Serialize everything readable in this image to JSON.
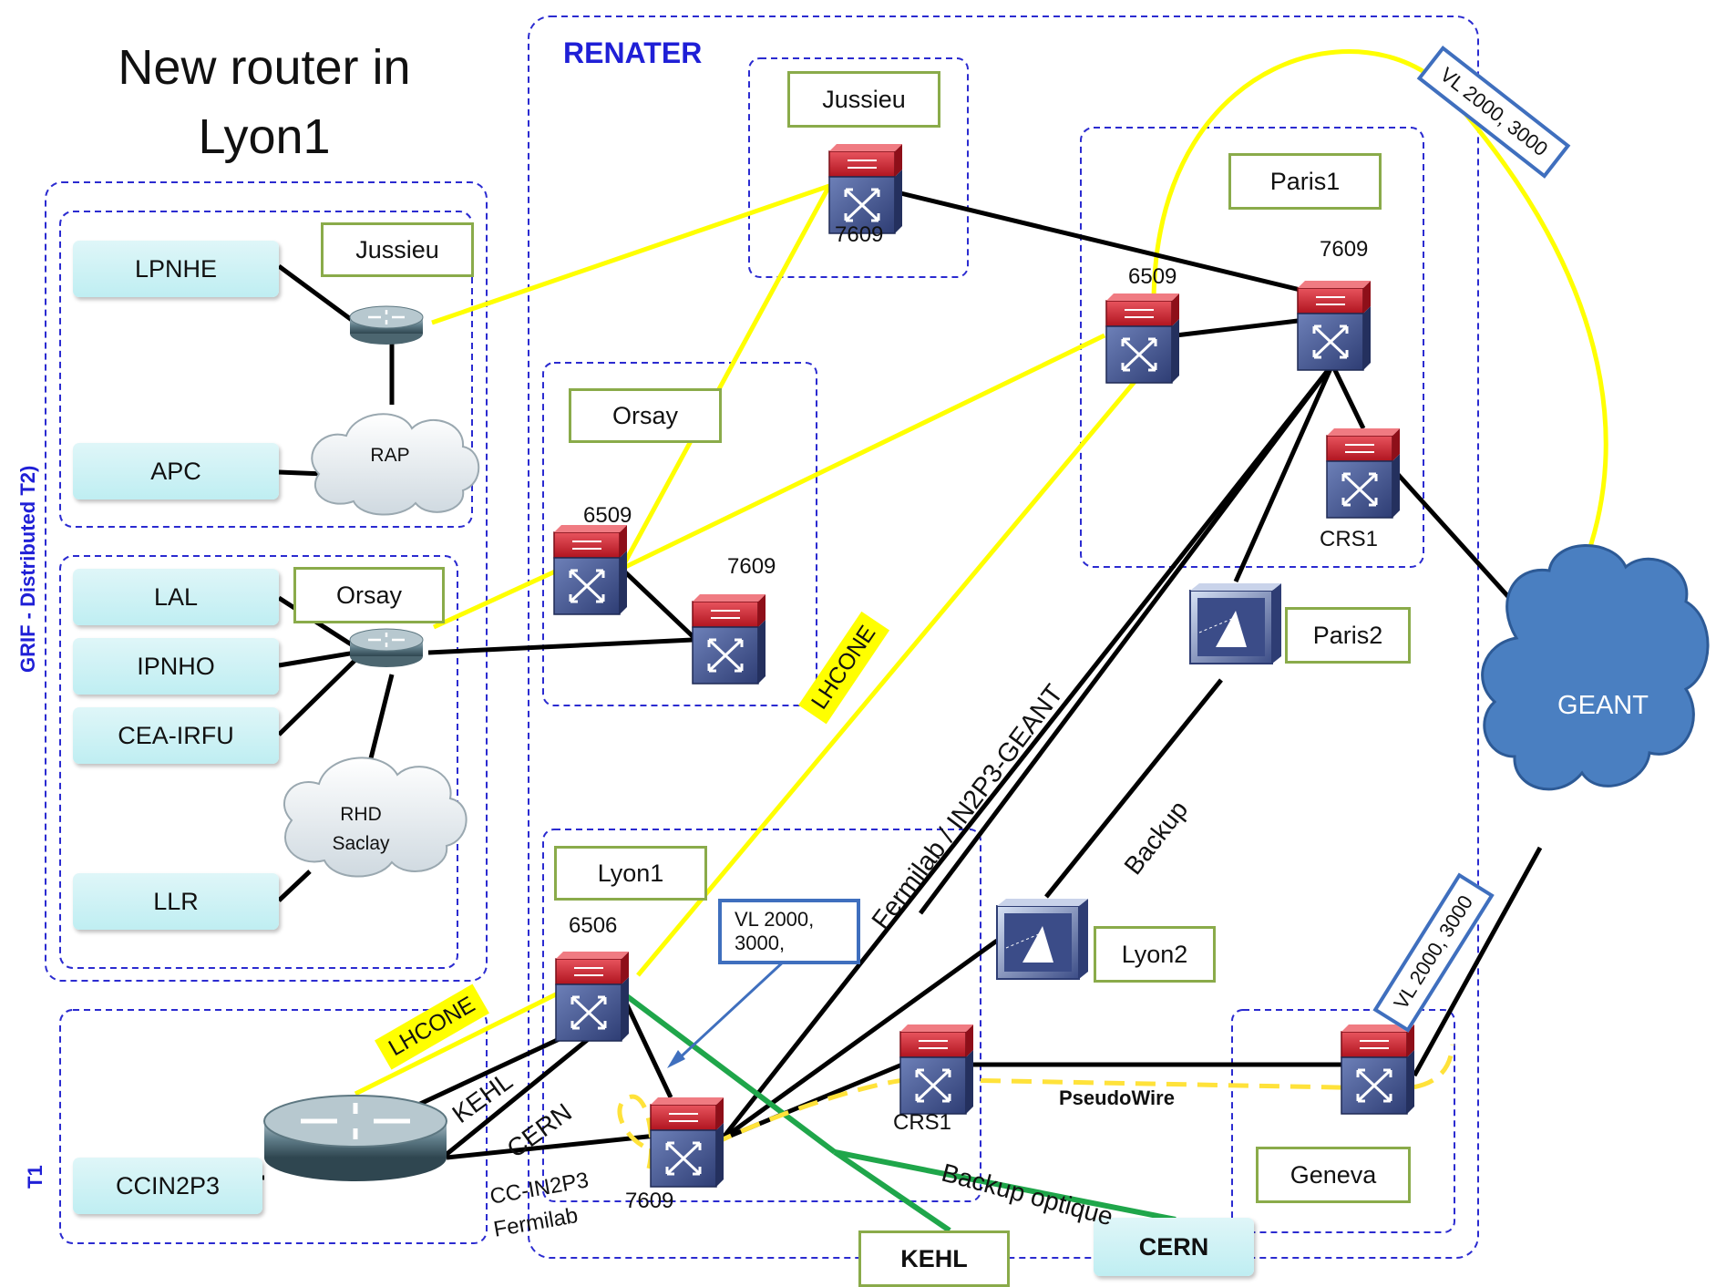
{
  "title": {
    "line1": "New router in",
    "line2": "Lyon1"
  },
  "groups": {
    "renater": "RENATER",
    "grif": "GRIF - Distributed T2)",
    "t1": "T1"
  },
  "sites": {
    "lpnhe": "LPNHE",
    "apc": "APC",
    "lal": "LAL",
    "ipnho": "IPNHO",
    "cea_irfu": "CEA-IRFU",
    "llr": "LLR",
    "ccin2p3": "CCIN2P3",
    "cern": "CERN"
  },
  "locations": {
    "jussieu_grif": "Jussieu",
    "orsay_grif": "Orsay",
    "jussieu_renater": "Jussieu",
    "orsay_renater": "Orsay",
    "paris1": "Paris1",
    "paris2": "Paris2",
    "lyon1": "Lyon1",
    "lyon2": "Lyon2",
    "geneva": "Geneva",
    "kehl": "KEHL"
  },
  "clouds": {
    "rap": "RAP",
    "rhd_line1": "RHD",
    "rhd_line2": "Saclay",
    "geant": "GEANT"
  },
  "router_labels": {
    "jussieu_7609": "7609",
    "orsay_6509": "6509",
    "orsay_7609": "7609",
    "paris1_6509": "6509",
    "paris1_7609": "7609",
    "paris1_crs1": "CRS1",
    "lyon1_6506": "6506",
    "lyon1_7609": "7609",
    "crs1": "CRS1"
  },
  "link_labels": {
    "lhcone_top": "LHCONE",
    "lhcone_bottom": "LHCONE",
    "fermilab": "Fermilab / IN2P3-GEANT",
    "backup": "Backup",
    "kehl_link": "KEHL",
    "cern_link": "CERN",
    "cc_line1": "CC-IN2P3",
    "cc_line2": "Fermilab",
    "pseudowire": "PseudoWire",
    "backup_optique": "Backup optique"
  },
  "vlan_tags": {
    "top": "VL 2000, 3000",
    "right": "VL 2000, 3000",
    "lyon_line1": "VL 2000,",
    "lyon_line2": "3000,"
  },
  "colors": {
    "lhcone": "#ffff00",
    "backup_optique": "#1fa64a",
    "grouping_border": "#2b2bd0",
    "router_red": "#c8102e",
    "router_blue": "#3e4f8f",
    "geant": "#4a7fc1"
  }
}
